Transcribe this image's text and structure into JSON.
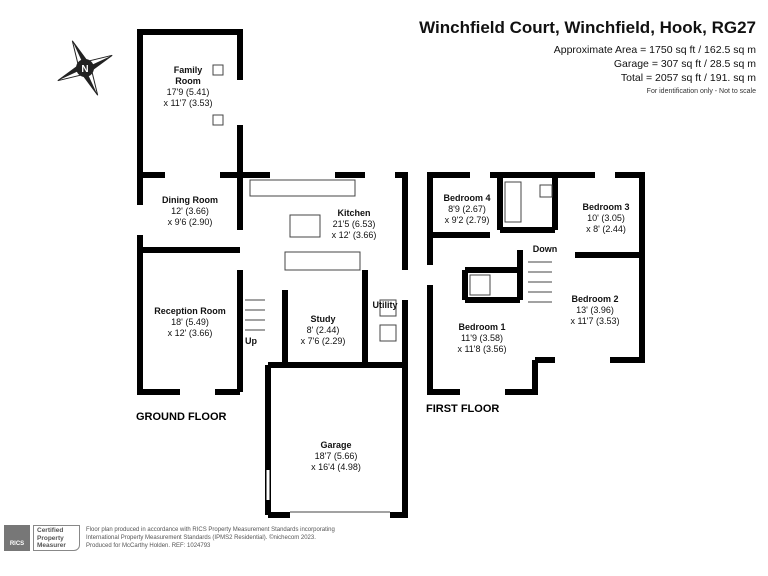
{
  "header": {
    "title": "Winchfield Court, Winchfield, Hook, RG27",
    "areas": [
      "Approximate Area = 1750 sq ft / 162.5 sq m",
      "Garage = 307 sq ft / 28.5 sq m",
      "Total = 2057 sq ft / 191. sq m"
    ],
    "note": "For identification only - Not to scale"
  },
  "compass": {
    "label": "N",
    "icon": "compass-icon"
  },
  "ground_floor": {
    "label": "GROUND FLOOR",
    "rooms": [
      {
        "name": "Family",
        "name2": "Room",
        "dim1": "17'9 (5.41)",
        "dim2": "x 11'7 (3.53)"
      },
      {
        "name": "Dining Room",
        "dim1": "12' (3.66)",
        "dim2": "x 9'6 (2.90)"
      },
      {
        "name": "Kitchen",
        "dim1": "21'5 (6.53)",
        "dim2": "x 12' (3.66)"
      },
      {
        "name": "Reception Room",
        "dim1": "18' (5.49)",
        "dim2": "x 12' (3.66)"
      },
      {
        "name": "Study",
        "dim1": "8' (2.44)",
        "dim2": "x 7'6 (2.29)"
      },
      {
        "name": "Utility"
      },
      {
        "name": "Garage",
        "dim1": "18'7 (5.66)",
        "dim2": "x 16'4 (4.98)"
      }
    ],
    "stairs_label": "Up"
  },
  "first_floor": {
    "label": "FIRST FLOOR",
    "rooms": [
      {
        "name": "Bedroom 4",
        "dim1": "8'9 (2.67)",
        "dim2": "x 9'2 (2.79)"
      },
      {
        "name": "Bedroom 3",
        "dim1": "10' (3.05)",
        "dim2": "x 8' (2.44)"
      },
      {
        "name": "Bedroom 1",
        "dim1": "11'9 (3.58)",
        "dim2": "x 11'8 (3.56)"
      },
      {
        "name": "Bedroom 2",
        "dim1": "13' (3.96)",
        "dim2": "x 11'7 (3.53)"
      }
    ],
    "stairs_label": "Down"
  },
  "footer": {
    "badge_org": "RICS",
    "badge_lines": [
      "Certified",
      "Property",
      "Measurer"
    ],
    "lines": [
      "Floor plan produced in accordance with RICS Property Measurement Standards incorporating",
      "International Property Measurement Standards (IPMS2 Residential).   ©nichecom 2023.",
      "Produced for McCarthy Holden.   REF:  1024793"
    ]
  }
}
